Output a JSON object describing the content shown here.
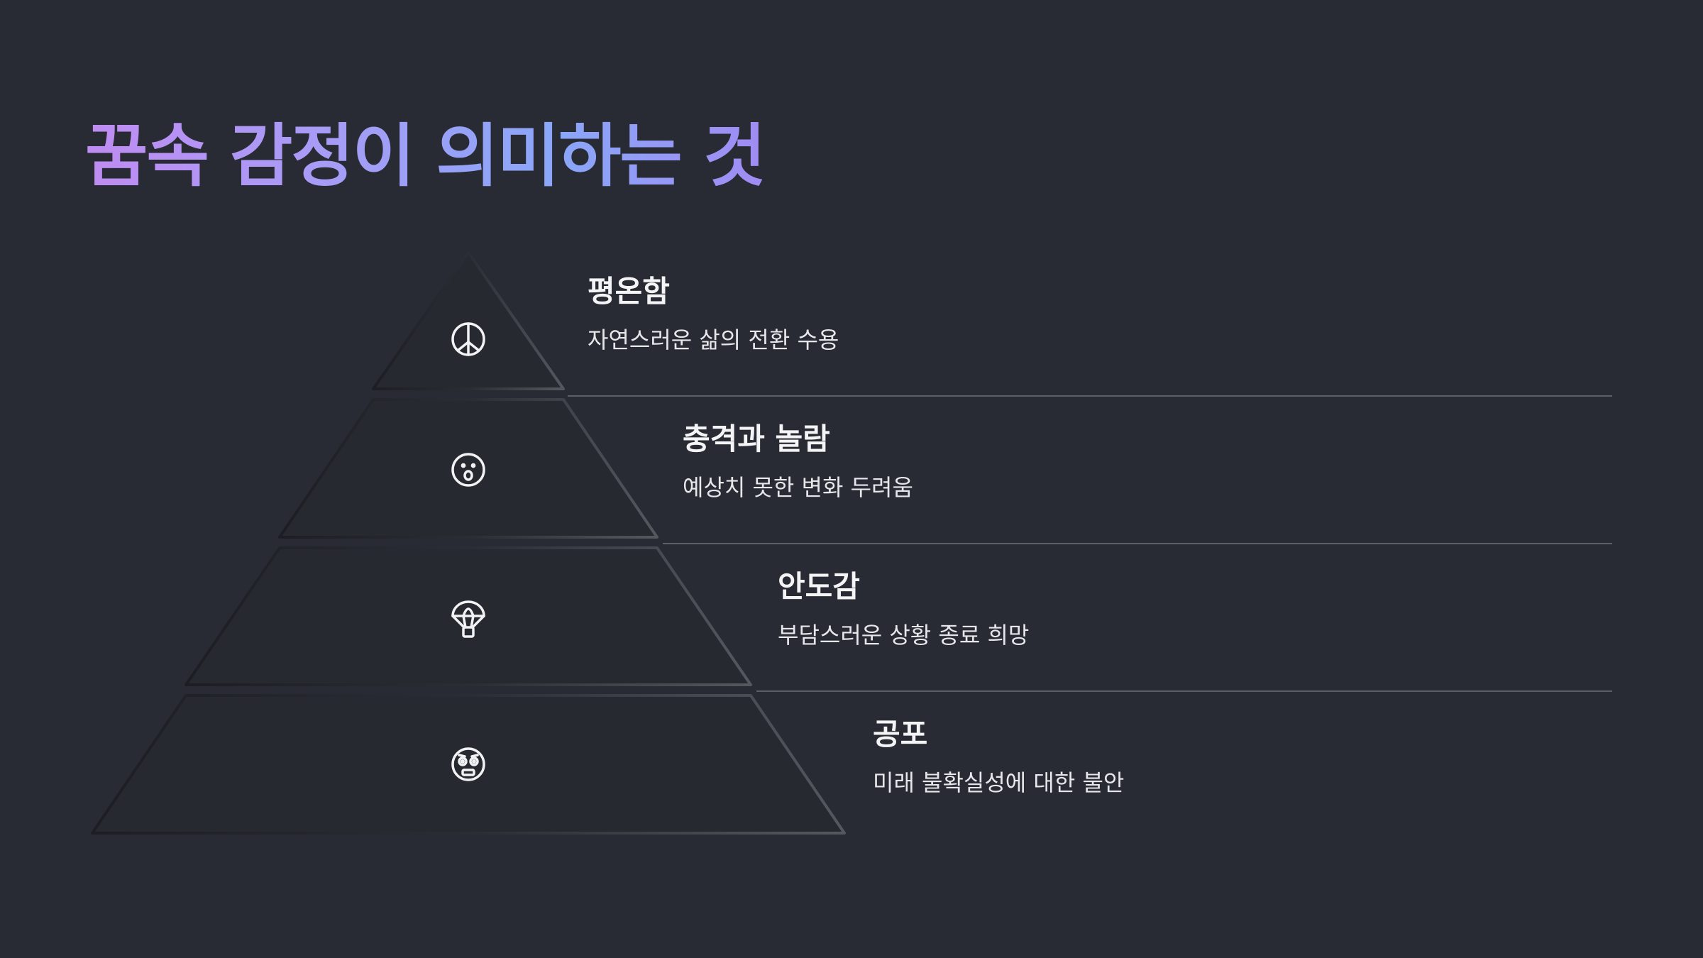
{
  "title": "꿈속 감정이 의미하는 것",
  "layers": [
    {
      "title": "평온함",
      "desc": "자연스러운 삶의 전환 수용",
      "icon": "peace-icon"
    },
    {
      "title": "충격과 놀람",
      "desc": "예상치 못한 변화 두려움",
      "icon": "surprised-face-icon"
    },
    {
      "title": "안도감",
      "desc": "부담스러운 상황 종료 희망",
      "icon": "parachute-icon"
    },
    {
      "title": "공포",
      "desc": "미래 불확실성에 대한 불안",
      "icon": "fearful-face-icon"
    }
  ],
  "colors": {
    "background": "#282b33",
    "layer_fill": "#262930",
    "title_gradient": [
      "#c08cf2",
      "#8aa6f8"
    ]
  }
}
